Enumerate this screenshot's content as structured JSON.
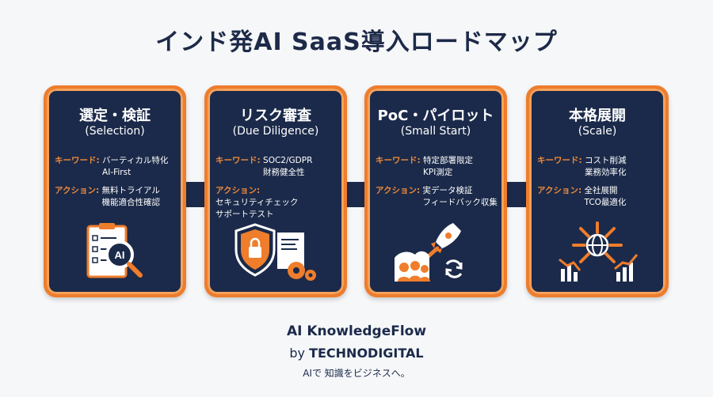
{
  "title": "インド発AI SaaS導入ロードマップ",
  "steps": [
    {
      "title": "選定・検証",
      "subtitle": "(Selection)",
      "keyword_label": "キーワード:",
      "keyword_lines": [
        "バーティカル特化",
        "AI-First"
      ],
      "action_label": "アクション:",
      "action_lines": [
        "無料トライアル",
        "機能適合性確認"
      ],
      "icon": "checklist-ai-magnifier-icon"
    },
    {
      "title": "リスク審査",
      "subtitle": "(Due Diligence)",
      "keyword_label": "キーワード:",
      "keyword_lines": [
        "SOC2/GDPR",
        "財務健全性"
      ],
      "action_label": "アクション:",
      "action_lines": [
        "セキュリティチェック",
        "サポートテスト"
      ],
      "icon": "shield-lock-document-gear-icon"
    },
    {
      "title": "PoC・パイロット",
      "subtitle": "(Small Start)",
      "keyword_label": "キーワード:",
      "keyword_lines": [
        "特定部署限定",
        "KPI測定"
      ],
      "action_label": "アクション:",
      "action_lines": [
        "実データ検証",
        "フィードバック収集"
      ],
      "icon": "rocket-team-feedback-icon"
    },
    {
      "title": "本格展開",
      "subtitle": "(Scale)",
      "keyword_label": "キーワード:",
      "keyword_lines": [
        "コスト削減",
        "業務効率化"
      ],
      "action_label": "アクション:",
      "action_lines": [
        "全社展開",
        "TCO最適化"
      ],
      "icon": "globe-expansion-growth-icon"
    }
  ],
  "footer": {
    "brand": "AI KnowledgeFlow",
    "by_prefix": "by",
    "by_name": "TECHNODIGITAL",
    "tagline": "AIで 知識をビジネスへ。"
  },
  "colors": {
    "navy": "#1b2a4a",
    "orange": "#ef7d2c",
    "background": "#f6f7f9"
  }
}
